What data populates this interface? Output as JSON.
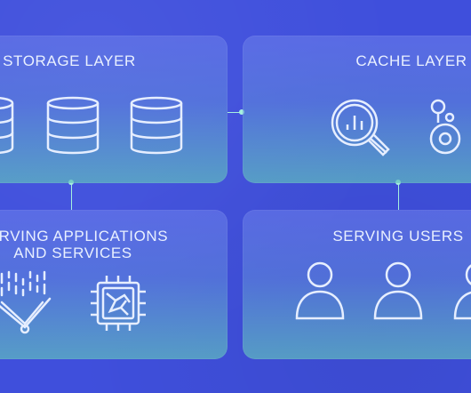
{
  "panels": {
    "storage": {
      "title": "STORAGE LAYER"
    },
    "cache": {
      "title": "CACHE LAYER"
    },
    "serving_apps": {
      "title_line1": "SERVING APPLICATIONS",
      "title_line2": "AND SERVICES"
    },
    "serving_users": {
      "title": "SERVING USERS"
    }
  },
  "icons": {
    "storage": [
      "database-icon",
      "database-icon",
      "database-icon"
    ],
    "cache": [
      "analytics-magnifier-icon",
      "cache-node-icon"
    ],
    "serving_apps": [
      "data-funnel-icon",
      "processor-chip-icon"
    ],
    "serving_users": [
      "user-icon",
      "user-icon",
      "user-icon"
    ]
  },
  "colors": {
    "background": "#3f4fdc",
    "icon_stroke": "#e6eeff",
    "connector": "#a6f0df"
  }
}
